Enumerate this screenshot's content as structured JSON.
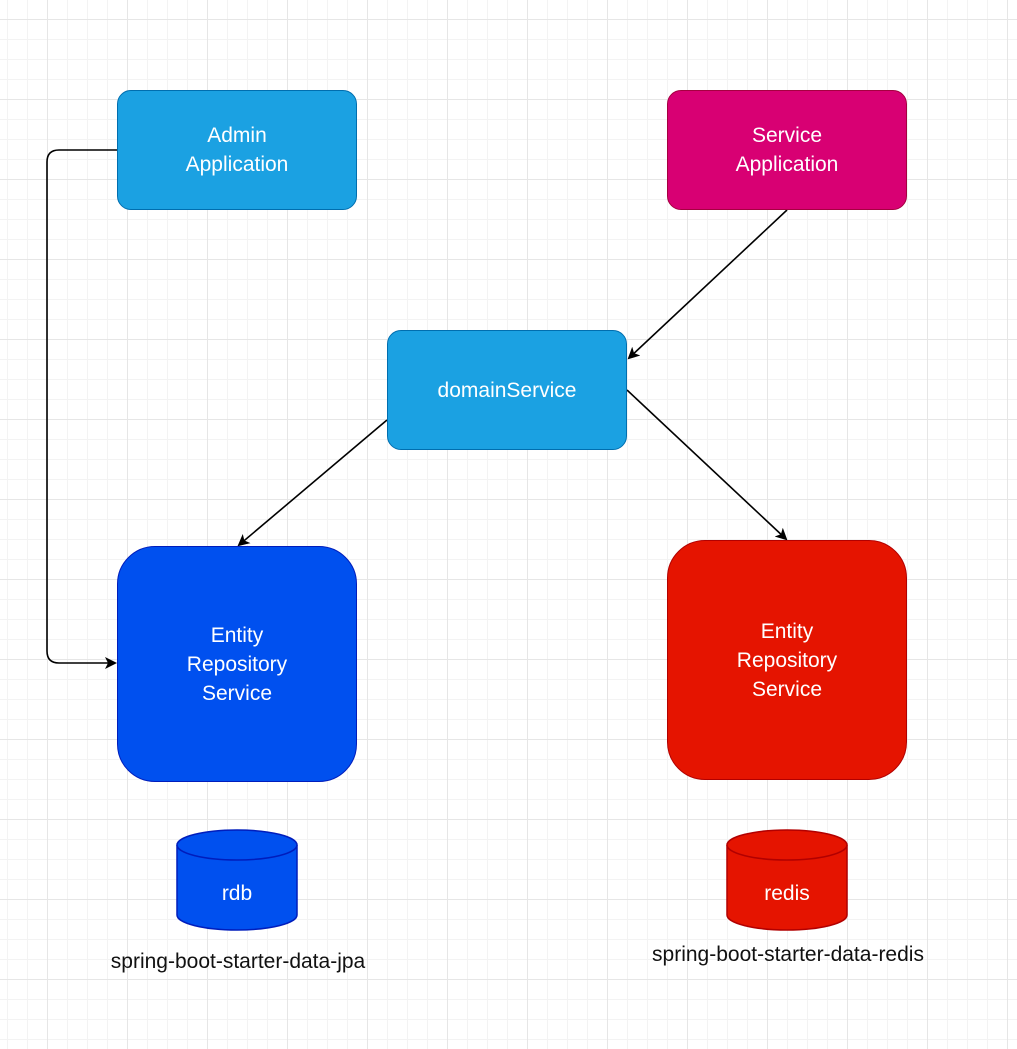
{
  "nodes": {
    "admin_application": {
      "label": "Admin\nApplication",
      "fill": "#1ba1e2"
    },
    "service_application": {
      "label": "Service\nApplication",
      "fill": "#d80073"
    },
    "domain_service": {
      "label": "domainService",
      "fill": "#1ba1e2"
    },
    "entity_repository_jpa": {
      "label": "Entity\nRepository\nService",
      "fill": "#0050ef"
    },
    "entity_repository_redis": {
      "label": "Entity\nRepository\nService",
      "fill": "#e51400"
    }
  },
  "databases": {
    "rdb": {
      "label": "rdb",
      "fill": "#0050ef",
      "stroke": "#001dbc"
    },
    "redis": {
      "label": "redis",
      "fill": "#e51400",
      "stroke": "#b20000"
    }
  },
  "captions": {
    "jpa": "spring-boot-starter-data-jpa",
    "redis": "spring-boot-starter-data-redis"
  },
  "edges": [
    {
      "from": "admin_application",
      "to": "entity_repository_jpa"
    },
    {
      "from": "service_application",
      "to": "domain_service"
    },
    {
      "from": "domain_service",
      "to": "entity_repository_jpa"
    },
    {
      "from": "domain_service",
      "to": "entity_repository_redis"
    }
  ]
}
